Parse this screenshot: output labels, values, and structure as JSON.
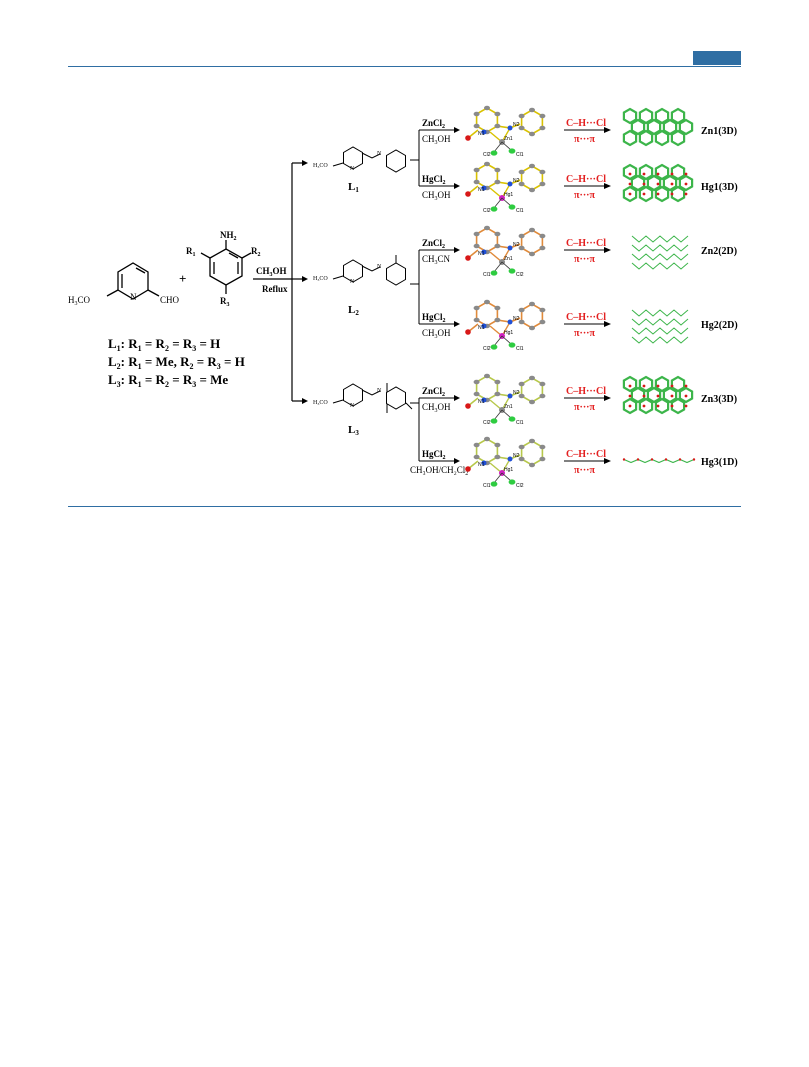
{
  "page": {
    "colors": {
      "rule": "#2f6ea3",
      "accent_red": "#e32020",
      "network_green": "#3cb54a",
      "bond_yellow": "#d9c200",
      "bond_orange": "#e08a3a",
      "bond_olive": "#b7c84a",
      "hg_magenta": "#d020c0",
      "cl_green": "#2ecc40",
      "n_blue": "#1f4fd6",
      "o_red": "#d81818",
      "c_gray": "#8a8a8a"
    }
  },
  "scheme": {
    "reactant_aldehyde": {
      "left": "H",
      "left_sub": "3",
      "left_tail": "CO",
      "n": "N",
      "right": "CHO"
    },
    "plus": "+",
    "reactant_aniline": {
      "nh": "NH",
      "nh_sub": "2",
      "r1": "R",
      "r1_sub": "1",
      "r2": "R",
      "r2_sub": "2",
      "r3": "R",
      "r3_sub": "3"
    },
    "main_condition": {
      "top_a": "CH",
      "top_sub": "3",
      "top_b": "OH",
      "bottom": "Reflux"
    },
    "ligand_defs": [
      {
        "name": "L",
        "sub": "1",
        "rest": ": R",
        "r1": "1",
        "eq1": " = R",
        "r2": "2",
        "eq2": " = R",
        "r3": "3",
        "tail": " = H"
      },
      {
        "name": "L",
        "sub": "2",
        "rest": ": R",
        "r1": "1",
        "eq1": " = Me, R",
        "r2": "2",
        "eq2": " = R",
        "r3": "3",
        "tail": " = H"
      },
      {
        "name": "L",
        "sub": "3",
        "rest": ": R",
        "r1": "1",
        "eq1": " = R",
        "r2": "2",
        "eq2": " = R",
        "r3": "3",
        "tail": " = Me"
      }
    ],
    "ligands": [
      {
        "label": "L",
        "sub": "1",
        "h3co": "H₃CO",
        "n1": "N",
        "n2": "N"
      },
      {
        "label": "L",
        "sub": "2",
        "h3co": "H₃CO",
        "n1": "N",
        "n2": "N"
      },
      {
        "label": "L",
        "sub": "3",
        "h3co": "H₃CO",
        "n1": "N",
        "n2": "N"
      }
    ],
    "branches": [
      {
        "reagent": "ZnCl",
        "reagent_sub": "2",
        "solvent": "CH",
        "solvent_sub": "3",
        "solvent_tail": "OH",
        "interaction_1": "C–H···Cl",
        "interaction_2": "π···π",
        "product": "Zn1(3D)",
        "atoms": [
          "N1",
          "N2",
          "Zn1",
          "Cl2",
          "Cl1"
        ]
      },
      {
        "reagent": "HgCl",
        "reagent_sub": "2",
        "solvent": "CH",
        "solvent_sub": "3",
        "solvent_tail": "OH",
        "interaction_1": "C–H···Cl",
        "interaction_2": "π···π",
        "product": "Hg1(3D)",
        "atoms": [
          "N1",
          "N2",
          "Hg1",
          "Cl2",
          "Cl1"
        ]
      },
      {
        "reagent": "ZnCl",
        "reagent_sub": "2",
        "solvent": "CH",
        "solvent_sub": "3",
        "solvent_tail": "CN",
        "interaction_1": "C–H···Cl",
        "interaction_2": "π···π",
        "product": "Zn2(2D)",
        "atoms": [
          "N1",
          "N2",
          "Zn1",
          "Cl1",
          "Cl2"
        ]
      },
      {
        "reagent": "HgCl",
        "reagent_sub": "2",
        "solvent": "CH",
        "solvent_sub": "3",
        "solvent_tail": "OH",
        "interaction_1": "C–H···Cl",
        "interaction_2": "π···π",
        "product": "Hg2(2D)",
        "atoms": [
          "N1",
          "N2",
          "Hg1",
          "Cl2",
          "Cl1"
        ]
      },
      {
        "reagent": "ZnCl",
        "reagent_sub": "2",
        "solvent": "CH",
        "solvent_sub": "3",
        "solvent_tail": "OH",
        "interaction_1": "C–H···Cl",
        "interaction_2": "π···π",
        "product": "Zn3(3D)",
        "atoms": [
          "N1",
          "N2",
          "Zn1",
          "Cl2",
          "Cl1"
        ]
      },
      {
        "reagent": "HgCl",
        "reagent_sub": "2",
        "solvent": "CH₃OH/CH₂Cl",
        "solvent_sub": "2",
        "solvent_tail": "",
        "interaction_1": "C–H···Cl",
        "interaction_2": "π···π",
        "product": "Hg3(1D)",
        "atoms": [
          "N1",
          "N2",
          "Hg1",
          "Cl1",
          "Cl2"
        ]
      }
    ]
  }
}
